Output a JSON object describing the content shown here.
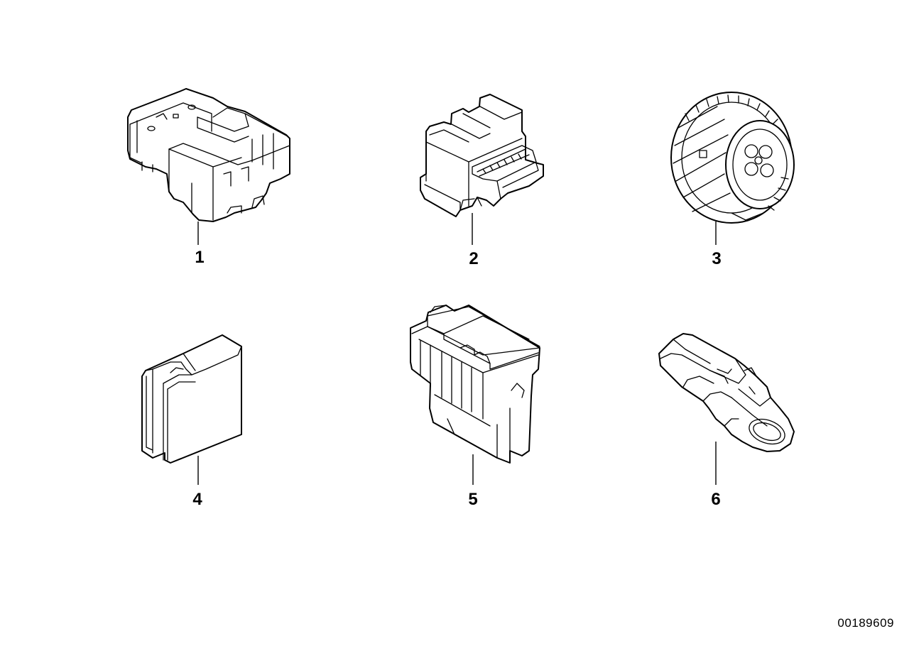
{
  "diagram": {
    "parts": [
      {
        "number": "1",
        "icon": "multi-pin-connector-housing-icon"
      },
      {
        "number": "2",
        "icon": "flat-plug-connector-icon"
      },
      {
        "number": "3",
        "icon": "round-connector-socket-icon"
      },
      {
        "number": "4",
        "icon": "connector-cover-clip-icon"
      },
      {
        "number": "5",
        "icon": "open-connector-housing-icon"
      },
      {
        "number": "6",
        "icon": "sealed-plug-connector-icon"
      }
    ],
    "document_number": "00189609"
  }
}
